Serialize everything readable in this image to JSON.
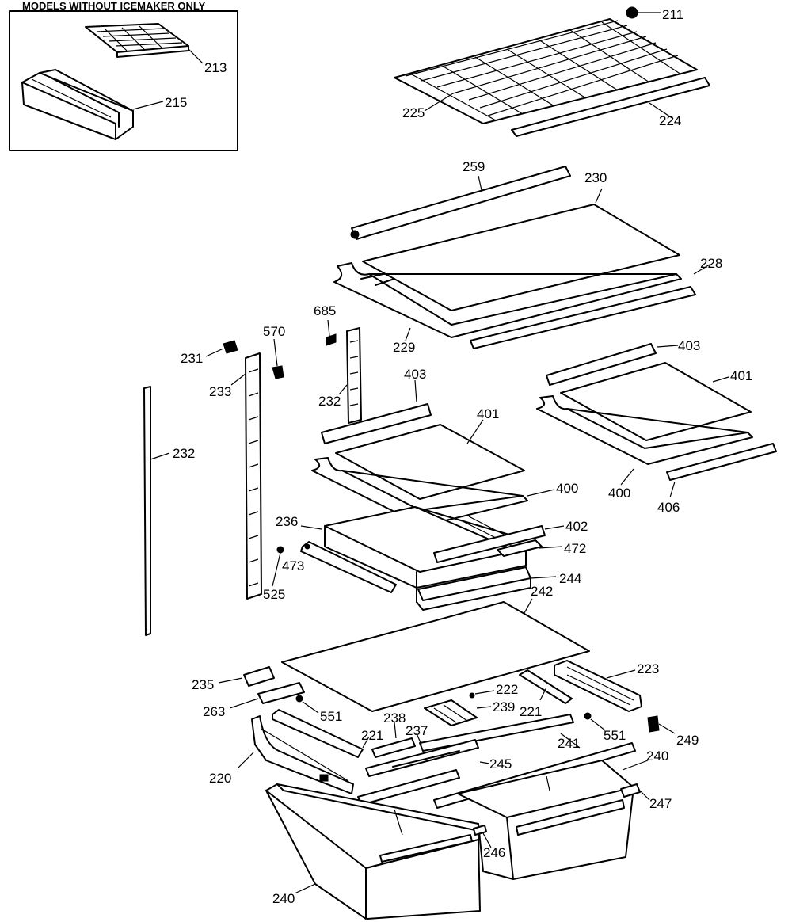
{
  "inset": {
    "title": "MODELS WITHOUT ICEMAKER ONLY",
    "labels": [
      "213",
      "215"
    ]
  },
  "part_numbers": [
    "211",
    "225",
    "224",
    "259",
    "230",
    "228",
    "229",
    "685",
    "570",
    "231",
    "233",
    "232",
    "403",
    "401",
    "400",
    "406",
    "402",
    "472",
    "236",
    "473",
    "525",
    "244",
    "242",
    "235",
    "263",
    "551",
    "222",
    "239",
    "221",
    "223",
    "249",
    "238",
    "237",
    "241",
    "240",
    "245",
    "220",
    "247",
    "246"
  ]
}
